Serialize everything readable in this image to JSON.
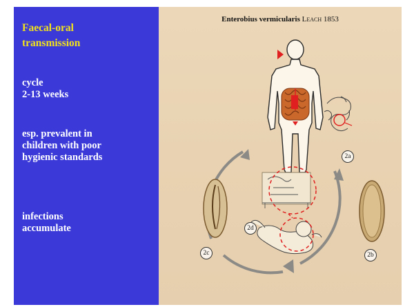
{
  "left": {
    "heading_line1": "Faecal-oral",
    "heading_line2": "transmission",
    "cycle_line1": "cycle",
    "cycle_line2": "2-13 weeks",
    "prevalence_line1": "esp. prevalent in",
    "prevalence_line2": "children with poor",
    "prevalence_line3": "hygienic standards",
    "infections_line1": "infections",
    "infections_line2": "accumulate"
  },
  "figure": {
    "species": "Enterobius vermicularis",
    "author": "Leach",
    "year": "1853",
    "stage_labels": {
      "a": "2a",
      "b": "2b",
      "c": "2c",
      "d": "2d"
    }
  },
  "colors": {
    "left_panel_bg": "#3b3ad8",
    "heading_color": "#f2e21b",
    "body_text_color": "#ffffff",
    "figure_bg": "#ecd8b9",
    "annotation_red": "#e02020"
  }
}
